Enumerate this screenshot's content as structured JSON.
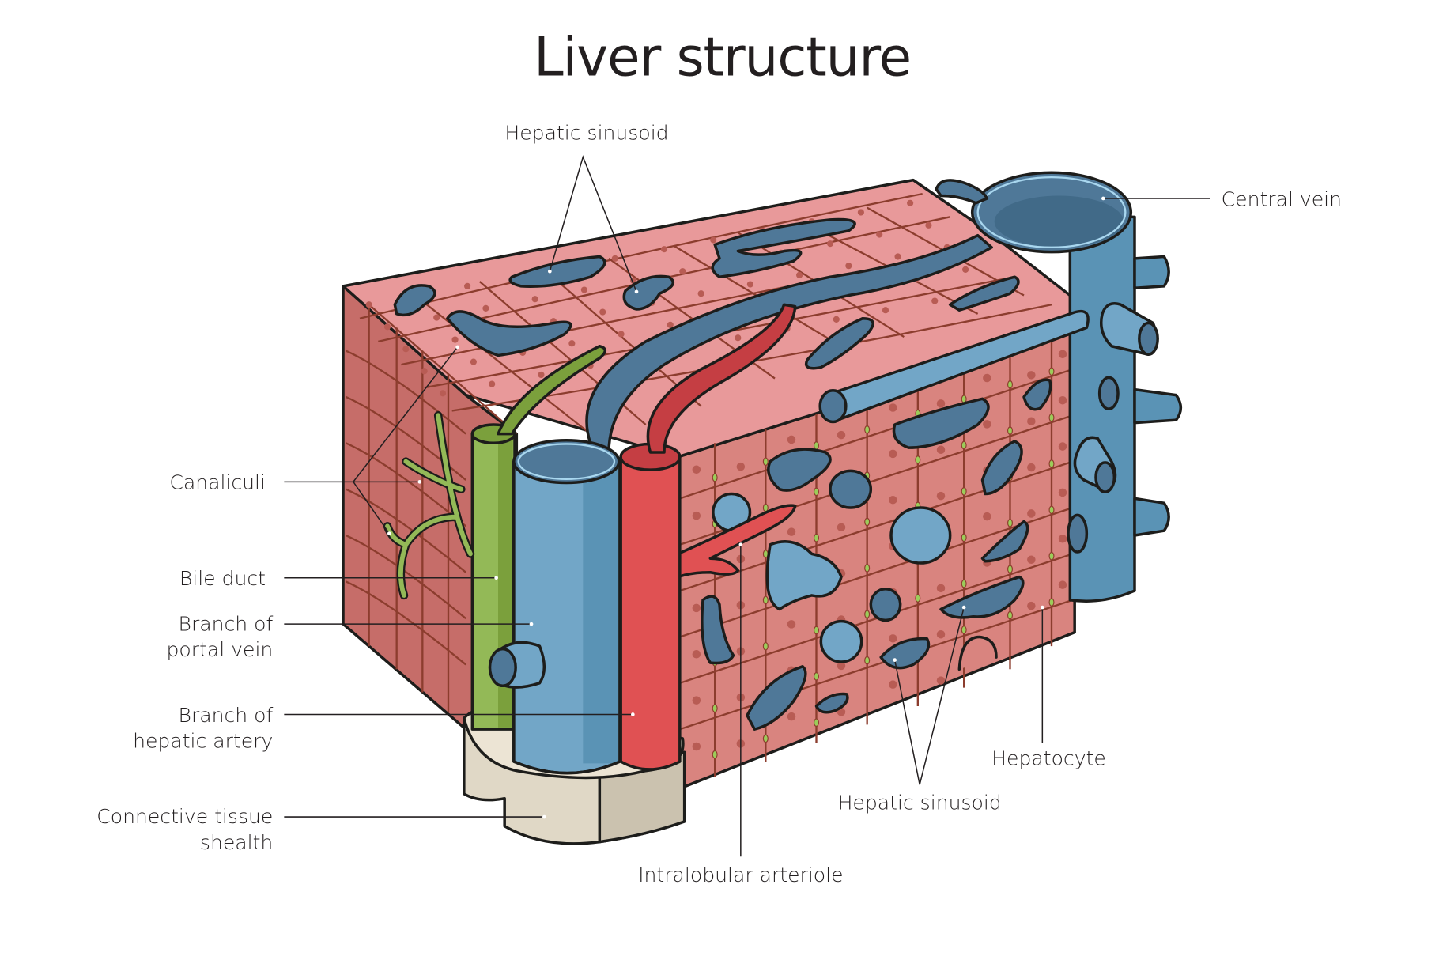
{
  "title": "Liver structure",
  "labels": {
    "hepatic_sinusoid_top": "Hepatic sinusoid",
    "central_vein": "Central vein",
    "canaliculi": "Canaliculi",
    "bile_duct": "Bile duct",
    "branch_portal_vein_1": "Branch of",
    "branch_portal_vein_2": "portal vein",
    "branch_hepatic_artery_1": "Branch of",
    "branch_hepatic_artery_2": "hepatic artery",
    "connective_tissue_1": "Connective tissue",
    "connective_tissue_2": "shealth",
    "intralobular_arteriole": "Intralobular arteriole",
    "hepatic_sinusoid_bottom": "Hepatic sinusoid",
    "hepatocyte": "Hepatocyte"
  },
  "colors": {
    "tissue_top": "#e8999a",
    "tissue_front": "#d9847f",
    "tissue_side": "#c66d69",
    "cell_grid": "#8c3d2e",
    "nucleus": "#b85c54",
    "canaliculus_dot": "#9ccc5a",
    "sinusoid": "#4f7898",
    "sinusoid_rim": "#a9d7ef",
    "portal_vein_light": "#72a6c7",
    "portal_vein_dark": "#5a93b5",
    "hepatic_artery": "#e05153",
    "hepatic_artery_dark": "#c53e43",
    "bile_duct_light": "#93b957",
    "bile_duct_dark": "#7ba03c",
    "sheath_light": "#ece4d4",
    "sheath_dark": "#cbc2af",
    "outline": "#1d1d1b"
  }
}
